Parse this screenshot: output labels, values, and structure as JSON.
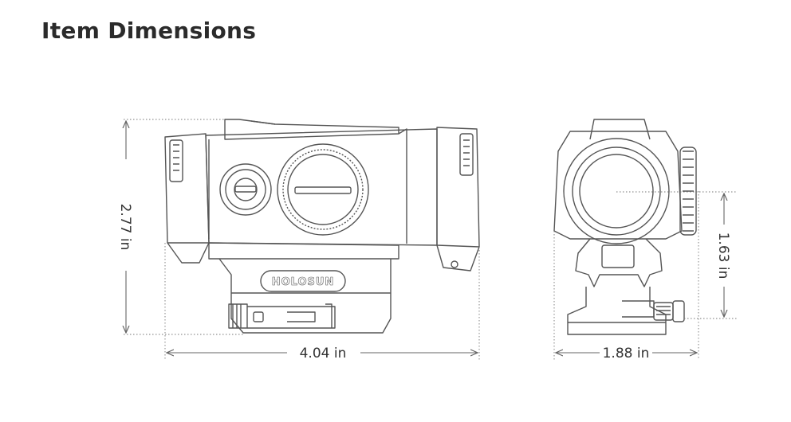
{
  "header": {
    "title": "Item Dimensions"
  },
  "product": {
    "brand_marking": "HOLOSUN"
  },
  "dimensions": {
    "height": "2.77 in",
    "length": "4.04 in",
    "width": "1.88 in",
    "optical_height": "1.63 in"
  },
  "colors": {
    "line": "#555555",
    "dim_line": "#666666",
    "text": "#2b2b2b"
  }
}
